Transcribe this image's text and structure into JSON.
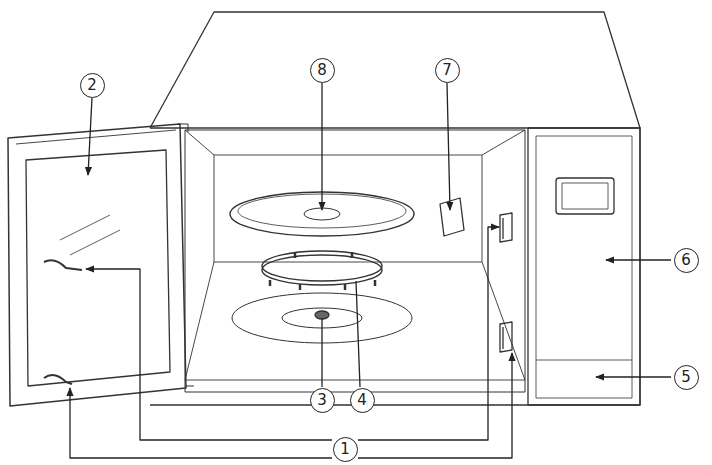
{
  "diagram": {
    "labels": [
      "2",
      "8",
      "7",
      "6",
      "5",
      "3",
      "4",
      "1"
    ]
  }
}
